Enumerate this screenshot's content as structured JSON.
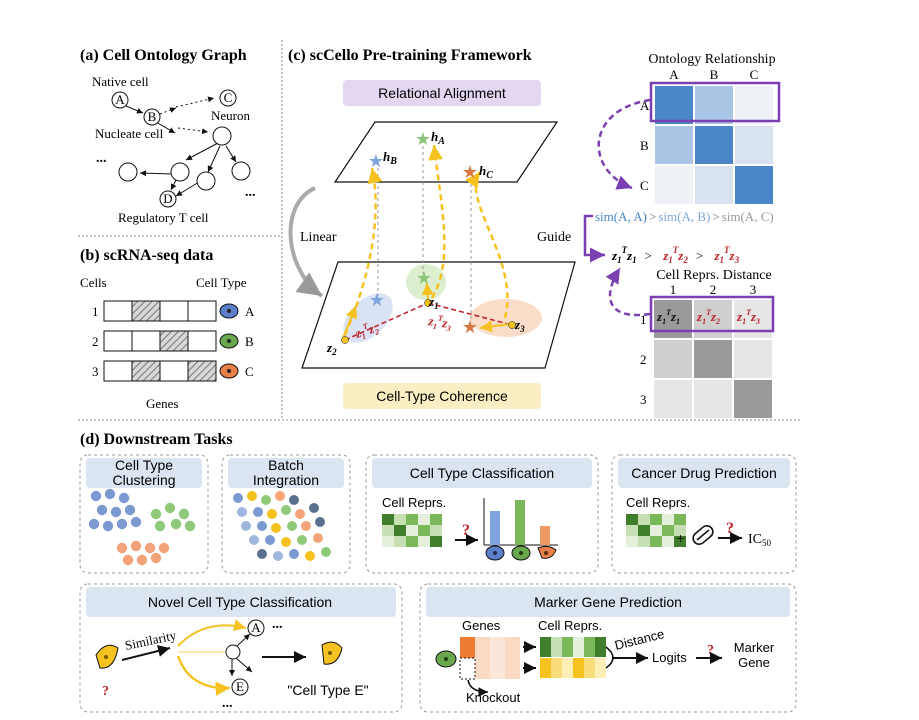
{
  "panel_a": {
    "title": "(a) Cell Ontology Graph",
    "native_cell": "Native cell",
    "nucleate_cell": "Nucleate cell",
    "neuron": "Neuron",
    "regulatory_t_cell": "Regulatory T cell",
    "node_a": "A",
    "node_b": "B",
    "node_c": "C",
    "node_d": "D",
    "ellipsis": "..."
  },
  "panel_b": {
    "title": "(b) scRNA-seq data",
    "cells_label": "Cells",
    "cell_type_label": "Cell Type",
    "genes_label": "Genes",
    "rows": [
      {
        "index": "1",
        "type": "A",
        "color": "#5b7fc9"
      },
      {
        "index": "2",
        "type": "B",
        "color": "#6aa84f"
      },
      {
        "index": "3",
        "type": "C",
        "color": "#e8804a"
      }
    ]
  },
  "panel_c": {
    "title": "(c) scCello Pre-training Framework",
    "relational_alignment": "Relational Alignment",
    "cell_type_coherence": "Cell-Type Coherence",
    "linear": "Linear",
    "guide": "Guide",
    "h_b": "h",
    "h_b_sub": "B",
    "h_a": "h",
    "h_a_sub": "A",
    "h_c": "h",
    "h_c_sub": "C",
    "z1": "z",
    "z1_sub": "1",
    "z2": "z",
    "z2_sub": "2",
    "z3": "z",
    "z3_sub": "3",
    "z1z2_label": "z",
    "z1z3_label": "z",
    "ontology_title": "Ontology Relationship",
    "ontology_cols": [
      "A",
      "B",
      "C"
    ],
    "ontology_rows": [
      "A",
      "B",
      "C"
    ],
    "ontology_colors": [
      [
        "#4a86c8",
        "#a9c4e4",
        "#eef1f5"
      ],
      [
        "#a9c4e4",
        "#4a86c8",
        "#d9e3ef"
      ],
      [
        "#eef1f5",
        "#d9e3ef",
        "#4a86c8"
      ]
    ],
    "sim_parts": [
      "sim(A, A)",
      ">",
      "sim(A, B)",
      ">",
      "sim(A, C)"
    ],
    "distance_title": "Cell Reprs. Distance",
    "distance_cols": [
      "1",
      "2",
      "3"
    ],
    "distance_rows": [
      "1",
      "2",
      "3"
    ],
    "distance_colors": [
      [
        "#9a9a9a",
        "#cfcfcf",
        "#e6e6e6"
      ],
      [
        "#cfcfcf",
        "#9a9a9a",
        "#e6e6e6"
      ],
      [
        "#e6e6e6",
        "#e6e6e6",
        "#9a9a9a"
      ]
    ],
    "gt": ">"
  },
  "panel_d": {
    "title": "(d) Downstream Tasks",
    "cell_type_clustering": "Cell Type\nClustering",
    "batch_integration": "Batch\nIntegration",
    "cell_type_classification": "Cell Type Classification",
    "cancer_drug_prediction": "Cancer Drug Prediction",
    "cell_reprs": "Cell Reprs.",
    "question": "?",
    "plus": "+",
    "ic50": "IC",
    "ic50_sub": "50",
    "novel_cell_type_classification": "Novel Cell Type Classification",
    "similarity": "Similarity",
    "cell_type_e": "\"Cell Type E\"",
    "marker_gene_prediction": "Marker Gene Prediction",
    "genes": "Genes",
    "knockout": "Knockout",
    "distance": "Distance",
    "logits": "Logits",
    "marker_gene": "Marker\nGene",
    "node_a": "A",
    "node_e": "E",
    "ellipsis": "..."
  },
  "colors": {
    "purple": "#7a3fb0",
    "yellow": "#f5c220",
    "red": "#c0262e",
    "blue": "#5b7fc9",
    "green": "#6aa84f",
    "orange": "#e8804a",
    "box_header": "#dbe4f1",
    "lavender": "#e3d6f1",
    "light_yellow": "#fbeec2"
  }
}
